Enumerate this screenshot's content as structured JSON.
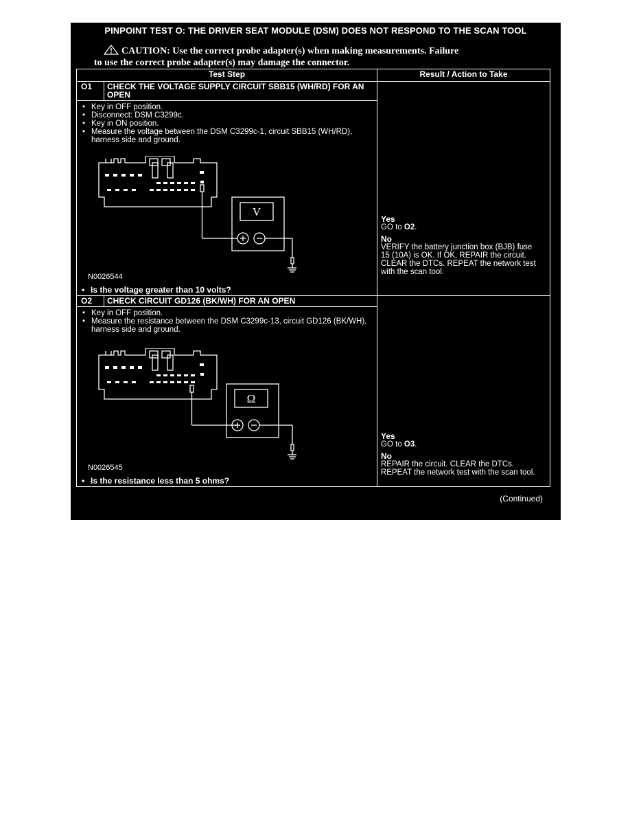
{
  "title": "PINPOINT TEST  O: THE DRIVER SEAT MODULE (DSM) DOES NOT RESPOND TO THE SCAN TOOL",
  "caution": {
    "icon": "warning-triangle-icon",
    "line1": "CAUTION: Use the correct probe adapter(s) when making measurements. Failure",
    "line2": "to use the correct probe adapter(s) may damage the connector."
  },
  "table": {
    "col_test_step": "Test Step",
    "col_result": "Result / Action to Take"
  },
  "steps": [
    {
      "id": "O1",
      "heading": "CHECK THE VOLTAGE SUPPLY CIRCUIT SBB15 (WH/RD) FOR AN OPEN",
      "bullets": [
        "Key in OFF position.",
        "Disconnect: DSM C3299c.",
        "Key in ON position.",
        "Measure the voltage between the DSM C3299c-1, circuit SBB15 (WH/RD), harness side and ground."
      ],
      "meter_symbol": "V",
      "figure_id": "N0026544",
      "question": "Is the voltage greater than 10 volts?",
      "yes_label": "Yes",
      "yes_text": "GO to ",
      "yes_target": "O2",
      "yes_end": ".",
      "no_label": "No",
      "no_text": "VERIFY the battery junction box (BJB) fuse 15 (10A) is OK. If OK, REPAIR the circuit. CLEAR the DTCs. REPEAT the network test with the scan tool."
    },
    {
      "id": "O2",
      "heading": "CHECK CIRCUIT GD126 (BK/WH) FOR AN OPEN",
      "bullets": [
        "Key in OFF position.",
        "Measure the resistance between the DSM C3299c-13, circuit GD126 (BK/WH), harness side and ground."
      ],
      "meter_symbol": "Ω",
      "figure_id": "N0026545",
      "question": "Is the resistance less than 5 ohms?",
      "yes_label": "Yes",
      "yes_text": "GO to ",
      "yes_target": "O3",
      "yes_end": ".",
      "no_label": "No",
      "no_text": "REPAIR the circuit. CLEAR the DTCs. REPEAT the network test with the scan tool."
    }
  ],
  "continued": "(Continued)",
  "colors": {
    "background": "#000000",
    "foreground": "#ffffff"
  }
}
